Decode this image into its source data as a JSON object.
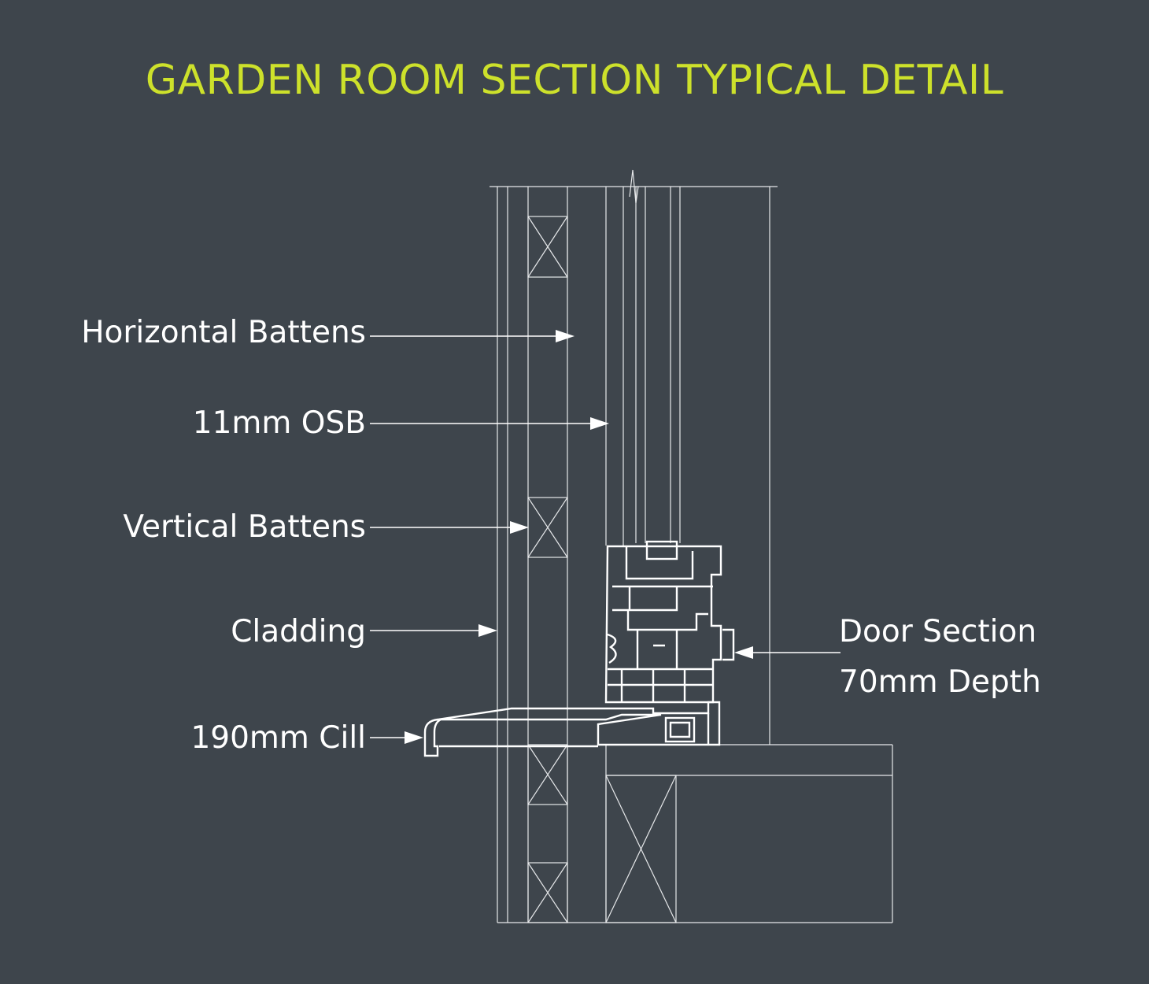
{
  "title": "GARDEN ROOM SECTION TYPICAL DETAIL",
  "labels": {
    "horizontal_battens": "Horizontal Battens",
    "osb": "11mm OSB",
    "vertical_battens": "Vertical Battens",
    "cladding": "Cladding",
    "cill": "190mm Cill",
    "door_section": "Door Section",
    "door_depth": "70mm Depth"
  },
  "colors": {
    "background": "#3e454c",
    "title": "#cde12b",
    "text": "#ffffff",
    "lines": "#e6e8ea"
  }
}
